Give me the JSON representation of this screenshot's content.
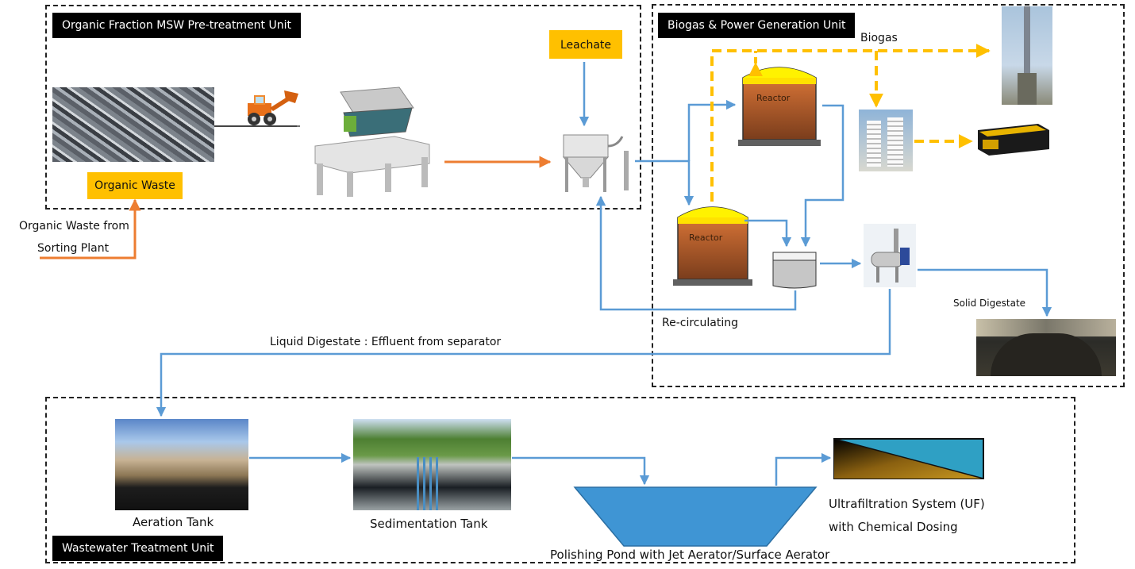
{
  "units": {
    "pretreatment": "Organic Fraction MSW Pre-treatment Unit",
    "biogas": "Biogas & Power Generation Unit",
    "wastewater": "Wastewater Treatment Unit"
  },
  "labels": {
    "organic_waste": "Organic Waste",
    "leachate": "Leachate",
    "source_line1": "Organic Waste from",
    "source_line2": "Sorting Plant",
    "biogas": "Biogas",
    "reactor_top": "Reactor",
    "reactor_bottom": "Reactor",
    "recirculating": "Re-circulating",
    "solid_digestate": "Solid Digestate",
    "liquid_digestate": "Liquid Digestate : Effluent from separator",
    "aeration_tank": "Aeration Tank",
    "sedimentation_tank": "Sedimentation Tank",
    "polishing_pond": "Polishing Pond with Jet Aerator/Surface Aerator",
    "uf_line1": "Ultrafiltration System (UF)",
    "uf_line2": "with Chemical Dosing"
  },
  "colors": {
    "orange_flow": "#ed7d31",
    "blue_flow": "#5b9bd5",
    "biogas_flow": "#ffc000",
    "pond_fill": "#3f95d4"
  },
  "icons": {
    "waste_pile": "waste-photo",
    "loader": "wheel-loader-icon",
    "shredder": "shredder-machine-icon",
    "hopper": "mixing-hopper-icon",
    "flare": "gas-flare-photo",
    "gas_holder": "gas-holder-photo",
    "generator": "generator-icon",
    "separator": "screw-press-separator-icon",
    "digestate_pile": "digestate-photo",
    "aeration_photo": "aeration-tank-photo",
    "sedimentation_photo": "sedimentation-tank-photo",
    "uf_membrane": "membrane-icon"
  }
}
